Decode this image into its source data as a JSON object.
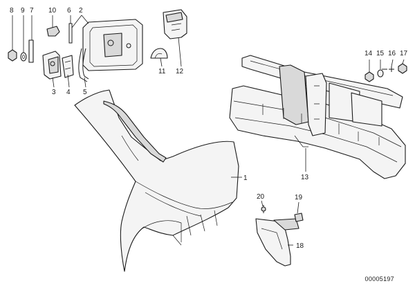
{
  "diagram": {
    "reference_number": "00005197",
    "callouts": [
      {
        "id": "c1",
        "label": "1"
      },
      {
        "id": "c2",
        "label": "2"
      },
      {
        "id": "c3",
        "label": "3"
      },
      {
        "id": "c4",
        "label": "4"
      },
      {
        "id": "c5",
        "label": "5"
      },
      {
        "id": "c6",
        "label": "6"
      },
      {
        "id": "c7",
        "label": "7"
      },
      {
        "id": "c8",
        "label": "8"
      },
      {
        "id": "c9",
        "label": "9"
      },
      {
        "id": "c10",
        "label": "10"
      },
      {
        "id": "c11",
        "label": "11"
      },
      {
        "id": "c12",
        "label": "12"
      },
      {
        "id": "c13",
        "label": "13"
      },
      {
        "id": "c14",
        "label": "14"
      },
      {
        "id": "c15",
        "label": "15"
      },
      {
        "id": "c16",
        "label": "16"
      },
      {
        "id": "c17",
        "label": "17"
      },
      {
        "id": "c18",
        "label": "18"
      },
      {
        "id": "c19",
        "label": "19"
      },
      {
        "id": "c20",
        "label": "20"
      }
    ]
  }
}
